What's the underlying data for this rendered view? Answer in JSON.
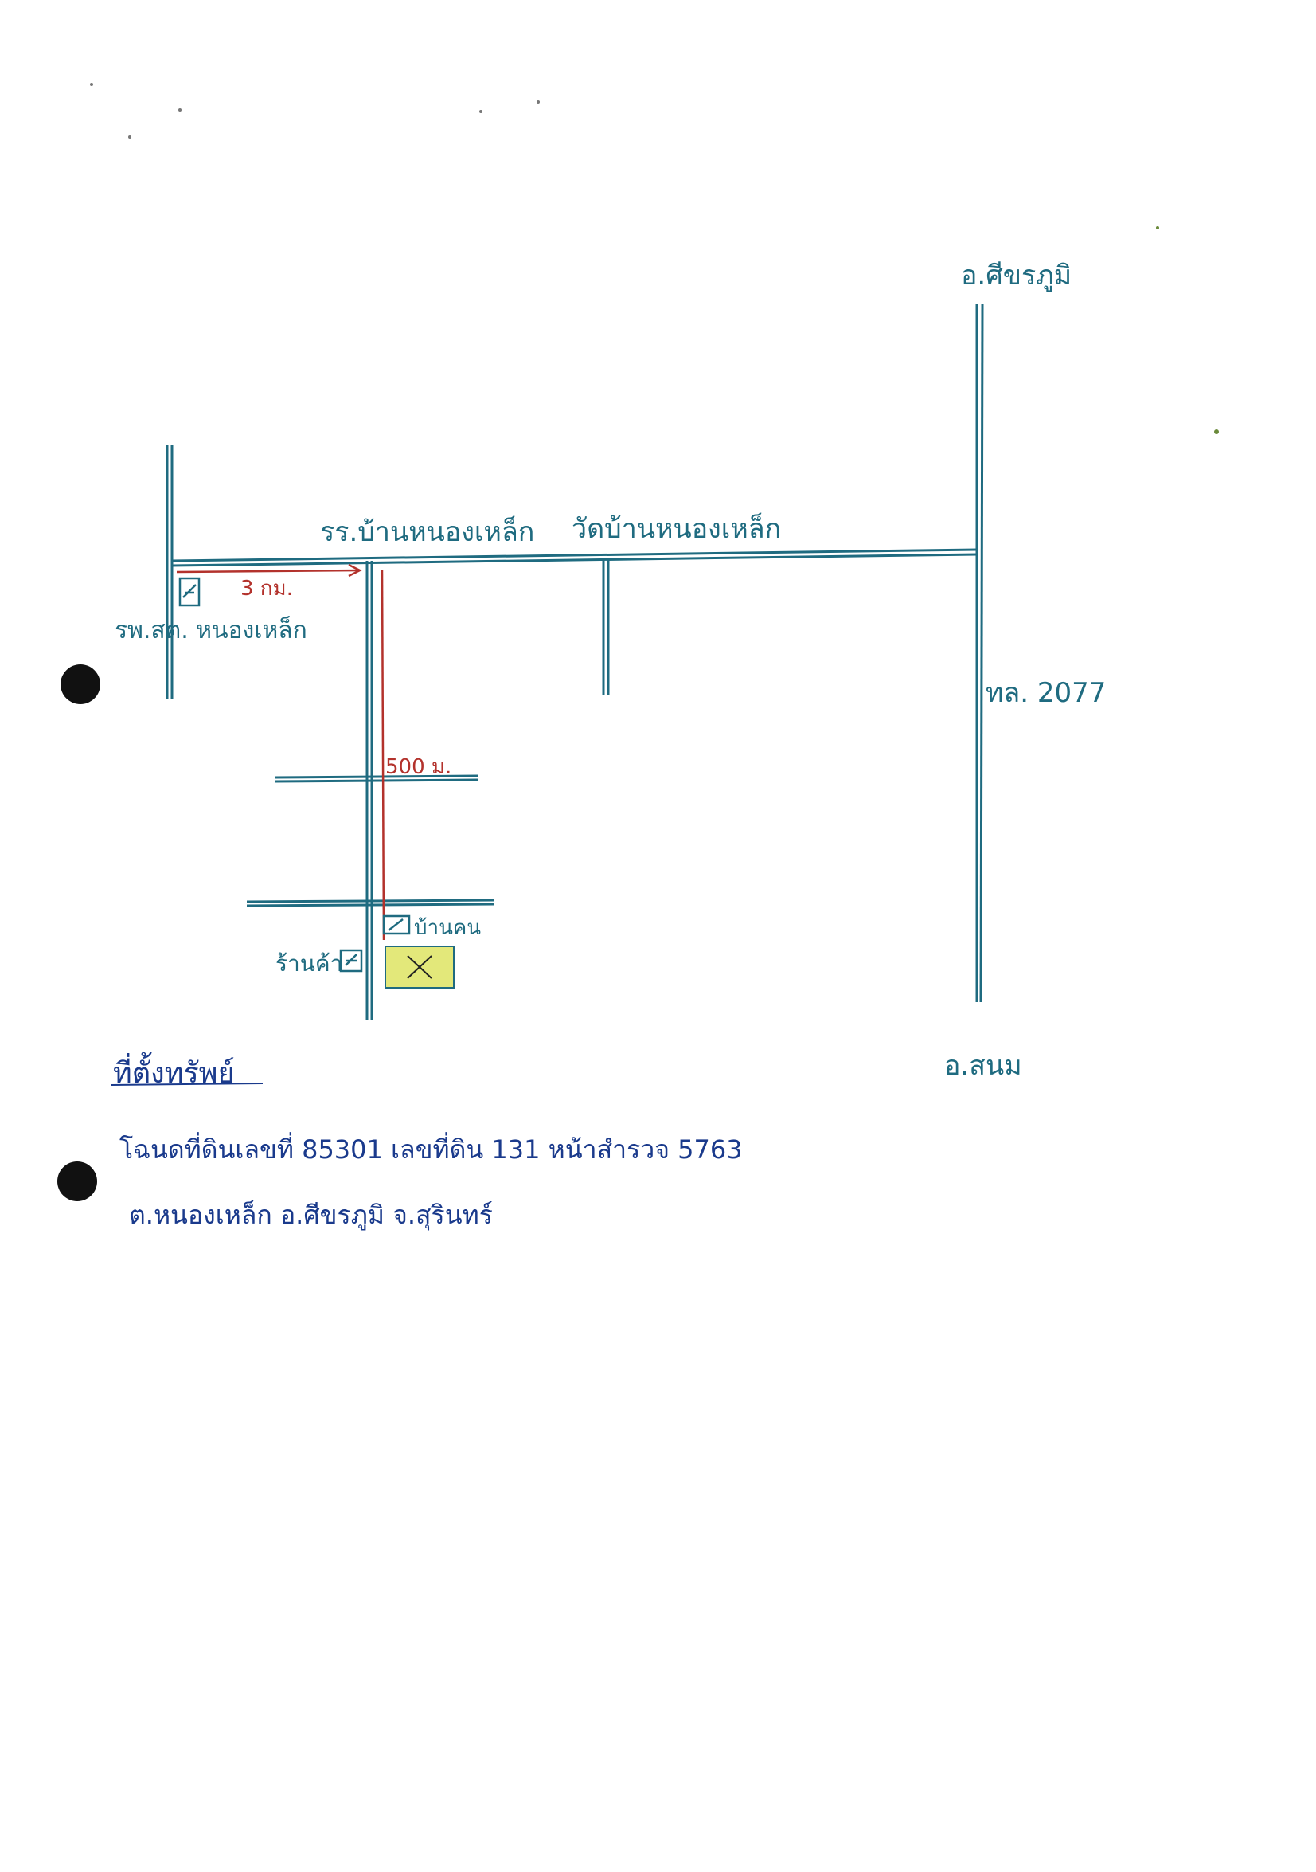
{
  "colors": {
    "road": "#1f6b80",
    "distance": "#b3322c",
    "site_fill": "#e3e87a",
    "note_ink": "#1a3a8c"
  },
  "labels": {
    "north_destination": "อ.ศีขรภูมิ",
    "south_destination": "อ.สนม",
    "highway": "ทล. 2077",
    "school": "รร.บ้านหนองเหล็ก",
    "temple": "วัดบ้านหนองเหล็ก",
    "hospital": "รพ.สต. หนองเหล็ก",
    "shop": "ร้านค้า",
    "neighbor_house": "บ้านคน",
    "distance_horizontal": "3 กม.",
    "distance_vertical": "500 ม."
  },
  "location_note": {
    "heading": "ที่ตั้งทรัพย์",
    "line1": "โฉนดที่ดินเลขที่ 85301   เลขที่ดิน 131   หน้าสำรวจ 5763",
    "line2": "ต.หนองเหล็ก   อ.ศีขรภูมิ   จ.สุรินทร์"
  },
  "icons": {
    "hospital_marker": "building-square-icon",
    "shop_marker": "building-square-icon",
    "neighbor_marker": "building-square-icon",
    "site_marker": "x-mark-icon"
  }
}
